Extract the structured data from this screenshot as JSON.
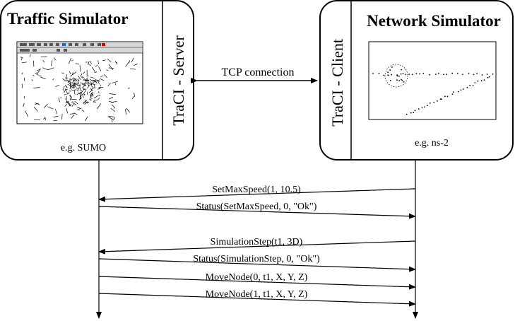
{
  "traffic_simulator": {
    "title": "Traffic Simulator",
    "server_label": "TraCI - Server",
    "example": "e.g. SUMO",
    "screenshot_icon": "sumo-map-screenshot"
  },
  "network_simulator": {
    "title": "Network Simulator",
    "client_label": "TraCI - Client",
    "example": "e.g. ns-2",
    "screenshot_icon": "ns2-network-screenshot"
  },
  "connection_label": "TCP connection",
  "messages": [
    {
      "label": "SetMaxSpeed(1, 10.5)",
      "direction": "to-server"
    },
    {
      "label": "Status(SetMaxSpeed, 0, \"Ok\")",
      "direction": "to-client"
    },
    {
      "label": "SimulationStep(t1, 3D)",
      "direction": "to-server"
    },
    {
      "label": "Status(SimulationStep, 0, \"Ok\")",
      "direction": "to-client"
    },
    {
      "label": "MoveNode(0, t1, X, Y, Z)",
      "direction": "to-client"
    },
    {
      "label": "MoveNode(1, t1, X, Y, Z)",
      "direction": "to-client"
    }
  ]
}
